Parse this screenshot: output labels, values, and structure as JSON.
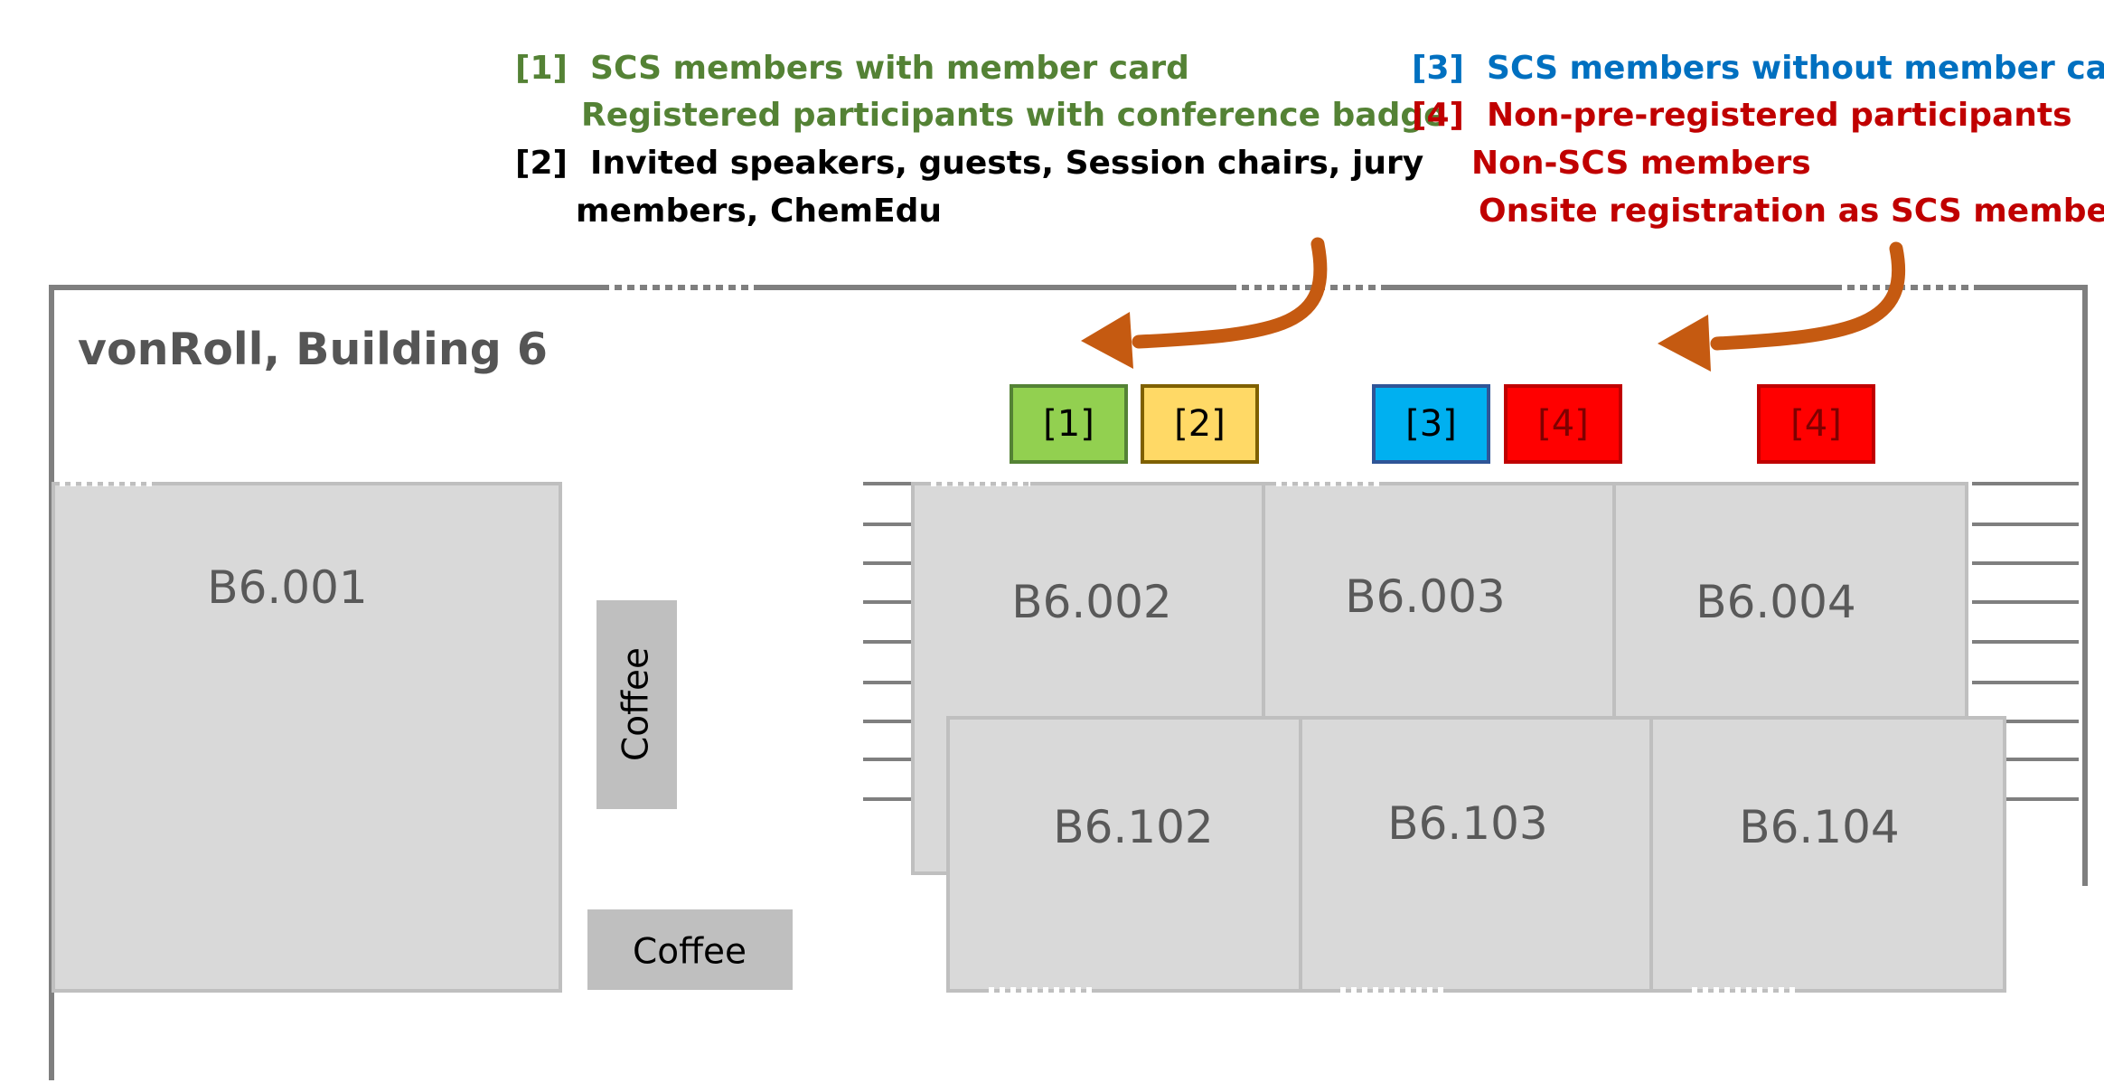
{
  "legend": {
    "group1": {
      "tag": "[1]",
      "line1": "SCS members with member card",
      "line2": "Registered participants with conference badge",
      "color": "#548235"
    },
    "group2": {
      "tag": "[2]",
      "line1": "Invited speakers, guests, Session chairs, jury",
      "line2": "members, ChemEdu",
      "color": "#000000"
    },
    "group3": {
      "tag": "[3]",
      "line1": "SCS members without member card",
      "color": "#0070C0"
    },
    "group4": {
      "tag": "[4]",
      "line1": "Non-pre-registered participants",
      "line2": "Non-SCS members",
      "line3": "Onsite registration as SCS member",
      "color": "#C00000"
    }
  },
  "building": {
    "title": "vonRoll, Building 6"
  },
  "rooms": {
    "b6001": "B6.001",
    "b6002": "B6.002",
    "b6003": "B6.003",
    "b6004": "B6.004",
    "b6102": "B6.102",
    "b6103": "B6.103",
    "b6104": "B6.104"
  },
  "coffee": {
    "vertical": "Coffee",
    "horizontal": "Coffee"
  },
  "desks": [
    {
      "label": "[1]",
      "fill": "#92D050",
      "border": "#548235"
    },
    {
      "label": "[2]",
      "fill": "#FFD966",
      "border": "#7F6000"
    },
    {
      "label": "[3]",
      "fill": "#00B0F0",
      "border": "#2F5597"
    },
    {
      "label": "[4]",
      "fill": "#FF0000",
      "border": "#C00000"
    },
    {
      "label": "[4]",
      "fill": "#FF0000",
      "border": "#C00000"
    }
  ],
  "colors": {
    "arrow": "#C55A11",
    "wall": "#7f7f7f",
    "room_fill": "#d9d9d9",
    "room_border": "#bfbfbf"
  }
}
